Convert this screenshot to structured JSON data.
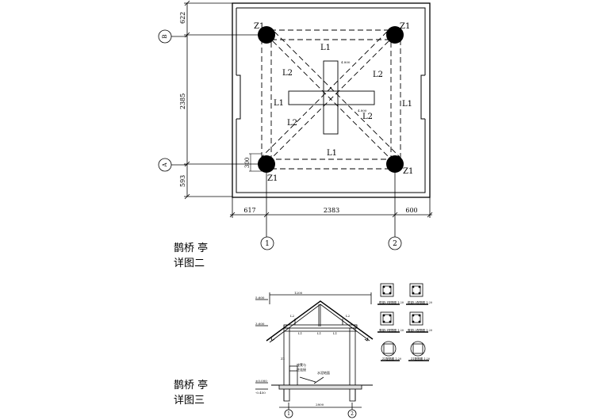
{
  "plan": {
    "columns": [
      "Z1",
      "Z1",
      "Z1",
      "Z1"
    ],
    "beams": {
      "top": "L1",
      "bottom": "L1",
      "left": "L1",
      "right": "L1",
      "diag_ul": "L2",
      "diag_ur": "L2",
      "diag_ll": "L2",
      "diag_lr": "L2"
    },
    "center_elev_1": "4.800",
    "center_elev_2": "4.800",
    "dims_vertical": [
      "622",
      "2385",
      "593"
    ],
    "dims_horizontal": [
      "617",
      "2383",
      "600"
    ],
    "small_dim": "300",
    "axes_vertical": [
      "B",
      "A"
    ],
    "axes_horizontal": [
      "1",
      "2"
    ]
  },
  "titles": [
    {
      "line1": "鹊桥 亭",
      "line2": "详图二"
    },
    {
      "line1": "鹊桥 亭",
      "line2": "详图三"
    }
  ],
  "section": {
    "top_dim": "1200",
    "bottom_dim": "2800",
    "ridge_elev": "5.600",
    "eave_elev": "3.600",
    "floor_elev": "±0.000",
    "ground_elev": "-0.450",
    "beam_left": "L2",
    "beam_right": "L2",
    "mid_labels": [
      "L1",
      "L1",
      "L1"
    ],
    "column_label": "Z1",
    "note1": "座凳与",
    "note2": "柱连接",
    "note3": "水泥地面",
    "axes": [
      "1",
      "2"
    ]
  },
  "details": [
    {
      "caption": "檐梁L1配筋图 1:20"
    },
    {
      "caption": "檐梁L2配筋图 1:20"
    },
    {
      "caption": "脊梁L1配筋图 1:20"
    },
    {
      "caption": "脊梁L2配筋图 1:20"
    },
    {
      "caption": "Z1配筋图 1:20"
    },
    {
      "caption": "Z1配筋图 1:20"
    }
  ]
}
